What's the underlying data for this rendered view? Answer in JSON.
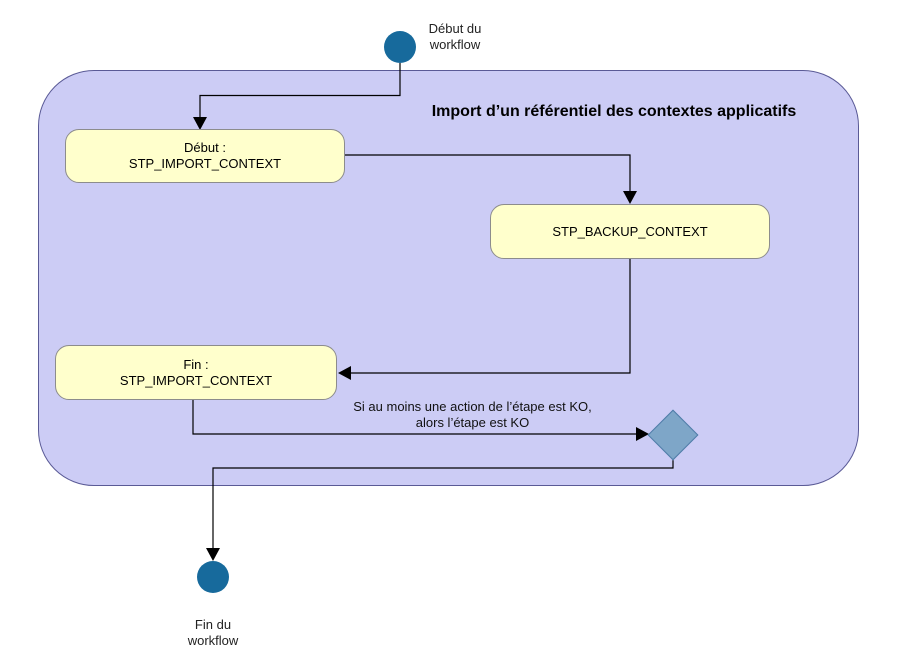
{
  "title": "Import d’un référentiel des contextes applicatifs",
  "nodes": {
    "start": {
      "type": "initial",
      "label": "Début du\nworkflow"
    },
    "step_debut": {
      "type": "step",
      "label": "Début :\nSTP_IMPORT_CONTEXT"
    },
    "step_backup": {
      "type": "step",
      "label": "STP_BACKUP_CONTEXT"
    },
    "step_fin": {
      "type": "step",
      "label": "Fin :\nSTP_IMPORT_CONTEXT"
    },
    "decision": {
      "type": "decision",
      "label": ""
    },
    "end": {
      "type": "final",
      "label": "Fin du\nworkflow"
    }
  },
  "annotation": "Si au moins une action de l’étape est KO,\nalors l’étape est KO",
  "edges": [
    {
      "from": "start",
      "to": "step_debut"
    },
    {
      "from": "step_debut",
      "to": "step_backup"
    },
    {
      "from": "step_backup",
      "to": "step_fin"
    },
    {
      "from": "step_fin",
      "to": "decision"
    },
    {
      "from": "decision",
      "to": "end"
    }
  ],
  "colors": {
    "container_fill": "#ccccf5",
    "container_border": "#5a5a96",
    "step_fill": "#ffffcc",
    "step_border": "#8c8c8c",
    "terminal_fill": "#176a9c",
    "decision_fill": "#7ea6c8",
    "decision_border": "#4f7ca8",
    "edge": "#000000"
  }
}
